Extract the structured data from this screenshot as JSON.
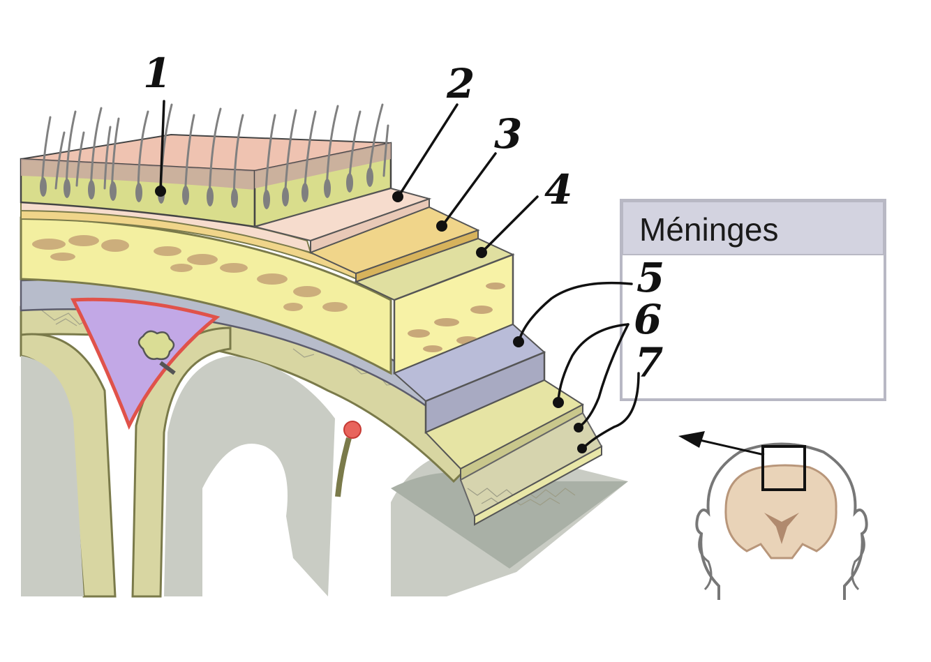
{
  "legend_box": {
    "title": "Méninges"
  },
  "labels": [
    {
      "id": "label-1",
      "text": "1"
    },
    {
      "id": "label-2",
      "text": "2"
    },
    {
      "id": "label-3",
      "text": "3"
    },
    {
      "id": "label-4",
      "text": "4"
    },
    {
      "id": "label-5",
      "text": "5"
    },
    {
      "id": "label-6",
      "text": "6"
    },
    {
      "id": "label-7",
      "text": "7"
    }
  ],
  "colors": {
    "scalp_skin": "#efc3b1",
    "scalp_dermis": "#d9dd8c",
    "periosteum": "#f6dccd",
    "skull_outer": "#f0d58a",
    "skull_diploe": "#f7f2a6",
    "dura_mater": "#b9bcd8",
    "arachnoid": "#e6e4a4",
    "subarachnoid": "#cfcf98",
    "pia": "#e9e7a8",
    "brain": "#c9ccc4",
    "sinus": "#c2a8e6",
    "sinus_border": "#e0524a",
    "legend_header": "#d3d3e0"
  }
}
